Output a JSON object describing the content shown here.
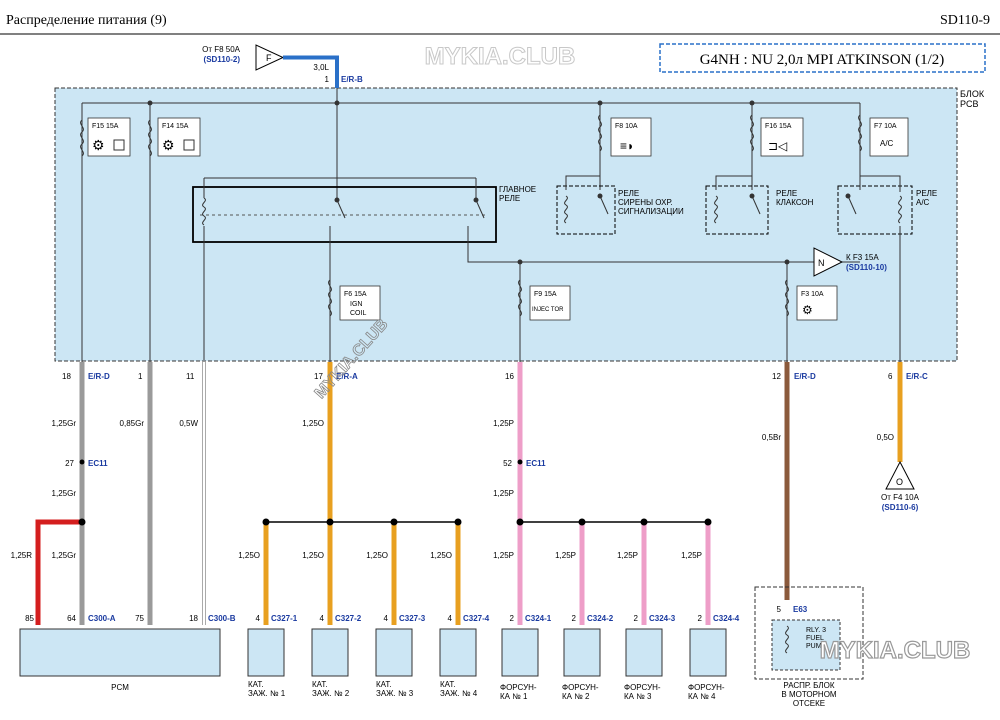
{
  "header": {
    "title": "Распределение питания (9)",
    "code": "SD110-9"
  },
  "watermark": "MYKIA.CLUB",
  "engine_box": "G4NH : NU 2,0л MPI ATKINSON (1/2)",
  "pcb": {
    "label": "БЛОК\nPCB"
  },
  "source_top": {
    "from": "От F8 50A",
    "ref": "(SD110-2)",
    "letter": "F",
    "wire": "3,0L",
    "pin": "1",
    "conn": "E/R-B"
  },
  "fuses": {
    "f15": "F15 15A",
    "f14": "F14 15A",
    "f8": "F8 10A",
    "f16": "F16 15A",
    "f7": "F7 10A",
    "f7_sub": "A/C",
    "f6": "F6 15A",
    "f6_sub": "IGN\nCOIL",
    "f9": "F9 15A",
    "f9_sub": "INJEC TOR",
    "f3": "F3 10A"
  },
  "relays": {
    "main": "ГЛАВНОЕ\nРЕЛЕ",
    "siren": "РЕЛЕ\nСИРЕНЫ ОХР.\nСИГНАЛИЗАЦИИ",
    "horn": "РЕЛЕ\nКЛАКСОН",
    "ac": "РЕЛЕ\nA/C"
  },
  "out_n": {
    "letter": "N",
    "text": "К F3 15A",
    "ref": "(SD110-10)"
  },
  "out_o": {
    "letter": "O",
    "text": "От F4 10A",
    "ref": "(SD110-6)"
  },
  "pins": [
    {
      "id": "p18",
      "num": "18",
      "conn": "E/R-D"
    },
    {
      "id": "p1",
      "num": "1",
      "conn": ""
    },
    {
      "id": "p11",
      "num": "11",
      "conn": ""
    },
    {
      "id": "p17",
      "num": "17",
      "conn": "E/R-A"
    },
    {
      "id": "p16",
      "num": "16",
      "conn": ""
    },
    {
      "id": "p12",
      "num": "12",
      "conn": "E/R-D"
    },
    {
      "id": "p6",
      "num": "6",
      "conn": "E/R-C"
    }
  ],
  "wires": {
    "w_gr1": "1,25Gr",
    "w_gr085": "0,85Gr",
    "w_05w": "0,5W",
    "w_o1": "1,25O",
    "w_p1": "1,25P",
    "w_br": "0,5Br",
    "w_o05": "0,5O",
    "w_gr2": "1,25Gr",
    "w_p2": "1,25P",
    "w_r": "1,25R",
    "w_gr3": "1,25Gr",
    "w_o_b1": "1,25O",
    "w_o_b2": "1,25O",
    "w_o_b3": "1,25O",
    "w_o_b4": "1,25O",
    "w_p_b1": "1,25P",
    "w_p_b2": "1,25P",
    "w_p_b3": "1,25P",
    "w_p_b4": "1,25P"
  },
  "ec11": {
    "pin_a": "27",
    "pin_b": "52",
    "label": "EC11"
  },
  "bottom_pins": {
    "pcm85": "85",
    "pcm64": "64",
    "c300a": "C300-A",
    "pcm75": "75",
    "pcm18": "18",
    "c300b": "C300-B",
    "c1n": "4",
    "c1": "C327-1",
    "c2n": "4",
    "c2": "C327-2",
    "c3n": "4",
    "c3": "C327-3",
    "c4n": "4",
    "c4": "C327-4",
    "i1n": "2",
    "i1": "C324-1",
    "i2n": "2",
    "i2": "C324-2",
    "i3n": "2",
    "i3": "C324-3",
    "i4n": "2",
    "i4": "C324-4",
    "e63n": "5",
    "e63": "E63"
  },
  "components": {
    "pcm": "PCM",
    "coil1": "КАТ.\nЗАЖ. № 1",
    "coil2": "КАТ.\nЗАЖ. № 2",
    "coil3": "КАТ.\nЗАЖ. № 3",
    "coil4": "КАТ.\nЗАЖ. № 4",
    "inj1": "ФОРСУН-\nКА № 1",
    "inj2": "ФОРСУН-\nКА № 2",
    "inj3": "ФОРСУН-\nКА № 3",
    "inj4": "ФОРСУН-\nКА № 4",
    "engine_block": "РАСПР. БЛОК\nВ МОТОРНОМ\nОТСЕКЕ",
    "rly3": "RLY. 3\nFUEL\nPUMP"
  },
  "colors": {
    "gray": "#9a9a9a",
    "orange": "#e8a020",
    "pink": "#ee9ec8",
    "brown": "#8b5a3c",
    "red": "#d41e1e",
    "blue": "#2a70c8",
    "pcb": "#cce6f4"
  }
}
